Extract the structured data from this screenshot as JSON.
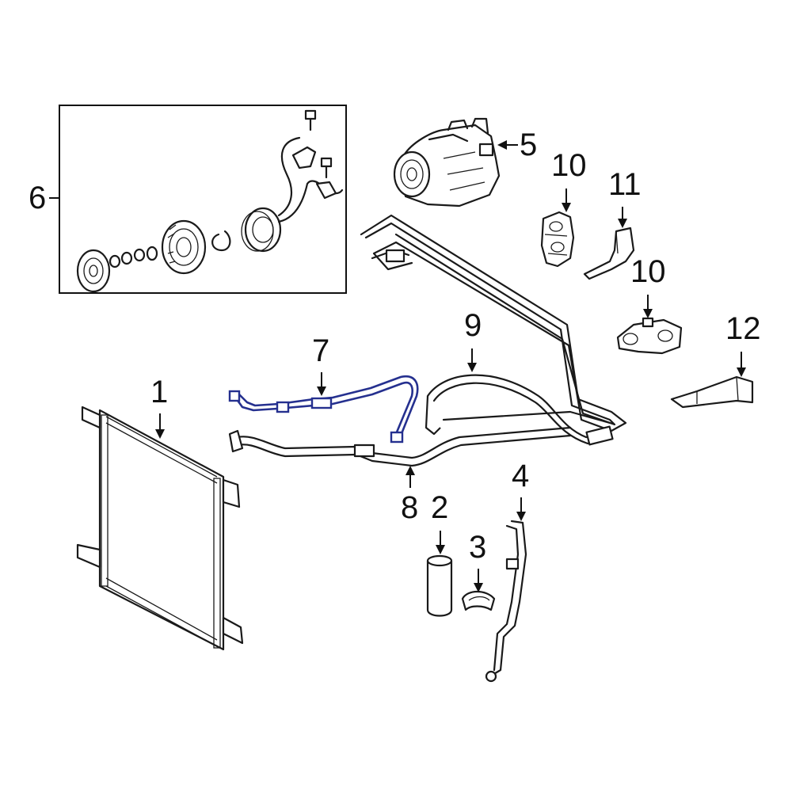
{
  "callouts": {
    "c1": "1",
    "c2": "2",
    "c3": "3",
    "c4": "4",
    "c5": "5",
    "c6": "6",
    "c7": "7",
    "c8": "8",
    "c9": "9",
    "c10a": "10",
    "c10b": "10",
    "c11": "11",
    "c12": "12"
  },
  "colors": {
    "highlight": "#25308f",
    "line": "#1a1a1a",
    "background": "#ffffff"
  }
}
